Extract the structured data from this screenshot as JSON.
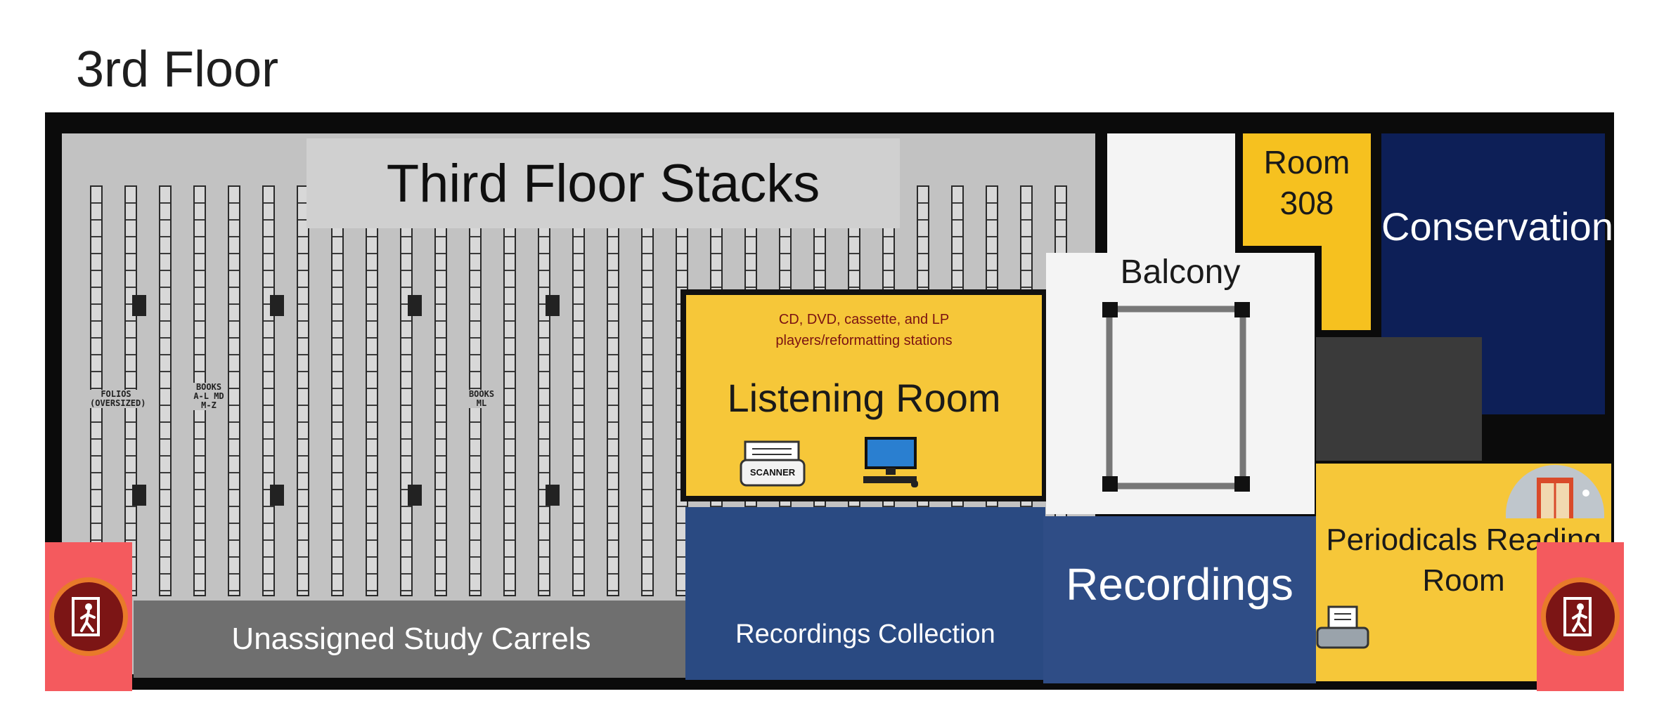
{
  "page": {
    "title": "3rd Floor"
  },
  "map": {
    "stacks": {
      "label": "Third Floor Stacks",
      "sublabels": {
        "folios": "FOLIOS (OVERSIZED)",
        "books_al": "BOOKS A-L MD M-Z",
        "books_ml": "BOOKS ML"
      }
    },
    "carrels": {
      "label": "Unassigned Study Carrels"
    },
    "recordings_collection": {
      "label": "Recordings Collection"
    },
    "listening_room": {
      "title": "Listening Room",
      "description": "CD, DVD, cassette, and LP players/reformatting stations",
      "scanner_label": "SCANNER"
    },
    "balcony": {
      "label": "Balcony"
    },
    "recordings": {
      "label": "Recordings"
    },
    "room308": {
      "label": "Room 308"
    },
    "conservation": {
      "label": "Conservation"
    },
    "periodicals": {
      "label": "Periodicals Reading Room"
    }
  },
  "icons": [
    "exit-icon",
    "scanner-icon",
    "computer-icon",
    "printer-icon",
    "elevator-icon"
  ],
  "colors": {
    "yellow": "#f6c739",
    "navy": "#0d1f57",
    "blue": "#2f4d86",
    "exit_red": "#f45a5e",
    "stacks_gray": "#c2c2c2"
  }
}
